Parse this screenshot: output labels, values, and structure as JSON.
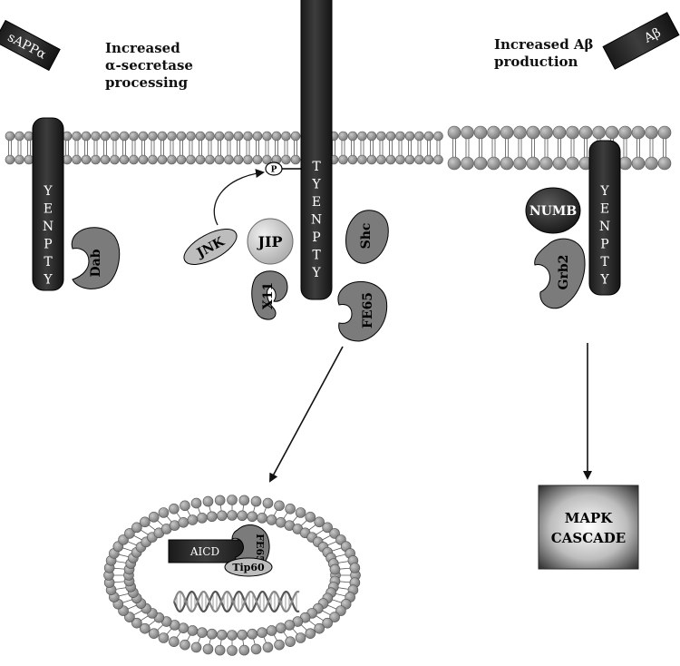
{
  "annotations": {
    "left_line1": "Increased",
    "left_line2": "α-secretase",
    "left_line3": "processing",
    "right_line1": "Increased Aβ",
    "right_line2": "production"
  },
  "fragments": {
    "sappa": "sAPPα",
    "abeta": "Aβ"
  },
  "motifs": {
    "left": [
      "Y",
      "E",
      "N",
      "P",
      "T",
      "Y"
    ],
    "center": [
      "T",
      "Y",
      "E",
      "N",
      "P",
      "T",
      "Y"
    ],
    "right": [
      "Y",
      "E",
      "N",
      "P",
      "T",
      "Y"
    ]
  },
  "proteins": {
    "dab": "Dab",
    "jnk": "JNK",
    "jip": "JIP",
    "shc": "Shc",
    "x11": "X11",
    "fe65": "FE65",
    "numb": "NUMB",
    "grb2": "Grb2",
    "phospho": "P"
  },
  "nucleus": {
    "aicd": "AICD",
    "fe65": "FE65",
    "tip60": "Tip60"
  },
  "mapk": {
    "line1": "MAPK",
    "line2": "CASCADE"
  },
  "colors": {
    "receptor": "#2a2a2a",
    "protein_gray": "#7b7b7b",
    "protein_light": "#bdbdbd",
    "membrane_head": "#9a9a9a",
    "background": "#ffffff"
  }
}
